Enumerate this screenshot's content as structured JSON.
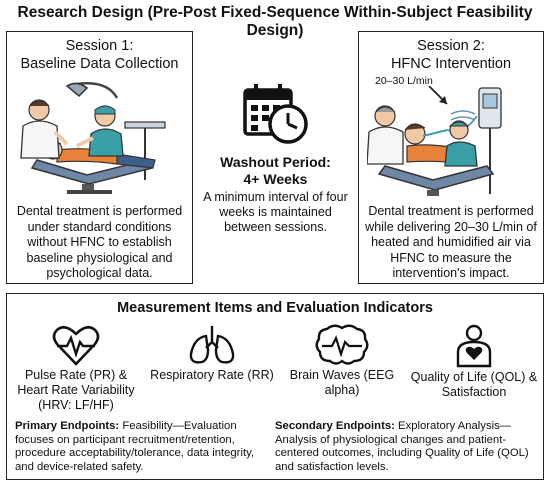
{
  "title": "Research Design (Pre-Post Fixed-Sequence Within-Subject Feasibility Design)",
  "session1": {
    "title_line1": "Session 1:",
    "title_line2": "Baseline Data Collection",
    "description": "Dental treatment is performed under standard conditions without HFNC to establish baseline physiological and psychological data."
  },
  "washout": {
    "title_line1": "Washout Period:",
    "title_line2": "4+ Weeks",
    "description": "A minimum interval of four weeks is maintained between sessions.",
    "icon": "calendar-clock-icon"
  },
  "session2": {
    "title_line1": "Session 2:",
    "title_line2": "HFNC Intervention",
    "flow_label": "20–30 L/min",
    "description": "Dental treatment is performed while delivering 20–30 L/min of heated and humidified air via HFNC to measure the intervention's impact."
  },
  "measurements": {
    "title": "Measurement Items and Evaluation Indicators",
    "items": [
      {
        "icon": "heart-pulse-icon",
        "label": "Pulse Rate (PR) & Heart Rate Variability (HRV: LF/HF)"
      },
      {
        "icon": "lungs-icon",
        "label": "Respiratory Rate (RR)"
      },
      {
        "icon": "brain-wave-icon",
        "label": "Brain Waves (EEG alpha)"
      },
      {
        "icon": "person-heart-icon",
        "label": "Quality of Life (QOL) & Satisfaction"
      }
    ],
    "primary_label": "Primary Endpoints:",
    "primary_text": "Feasibility—Evaluation focuses on participant recruitment/retention, procedure acceptability/tolerance, data integrity, and device-related safety.",
    "secondary_label": "Secondary Endpoints:",
    "secondary_text": "Exploratory Analysis—Analysis of physiological changes and patient-centered outcomes, including Quality of Life (QOL) and satisfaction levels."
  },
  "colors": {
    "border": "#222222",
    "scrubs": "#3aa0a8",
    "chair": "#6f87a6",
    "skin": "#f2c9a6",
    "patient_shirt": "#e8823a"
  }
}
